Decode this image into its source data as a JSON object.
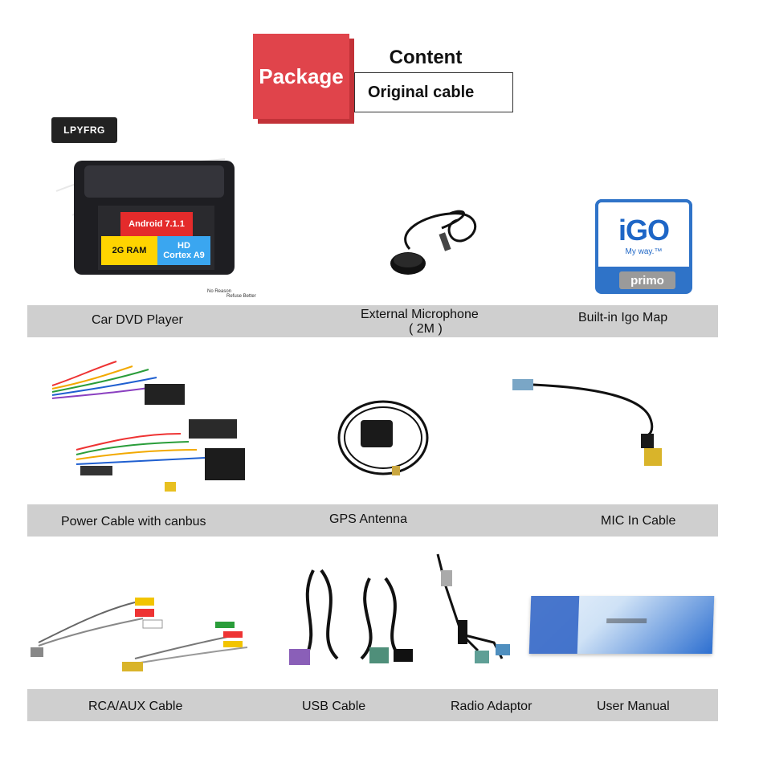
{
  "header": {
    "package_label": "Package",
    "content_title": "Content",
    "content_value": "Original cable"
  },
  "brand": "LPYFRG",
  "head_unit": {
    "android": "Android 7.1.1",
    "ram": "2G RAM",
    "cpu_line1": "HD",
    "cpu_line2": "Cortex A9",
    "note_line1": "No Reason",
    "note_line2": "Refuse Better"
  },
  "igo": {
    "logo": "iGO",
    "tagline": "My way.™",
    "edition": "primo"
  },
  "row1": {
    "item1": "Car DVD Player",
    "item2_line1": "External Microphone",
    "item2_line2": "( 2M )",
    "item3": "Built-in Igo Map"
  },
  "row2": {
    "item1": "Power Cable with canbus",
    "item2": "GPS Antenna",
    "item3": "MIC In Cable"
  },
  "row3": {
    "item1": "RCA/AUX Cable",
    "item2": "USB Cable",
    "item3": "Radio Adaptor",
    "item4": "User Manual"
  },
  "colors": {
    "package_red": "#e0444b",
    "label_bar": "#cfcfcf",
    "igo_blue": "#2f73c8"
  }
}
